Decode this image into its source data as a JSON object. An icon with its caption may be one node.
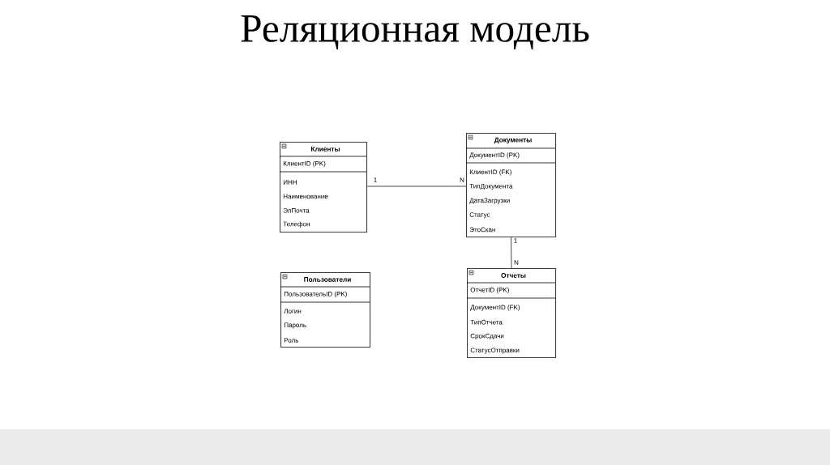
{
  "diagram": {
    "title": "Реляционная модель",
    "nodes": [
      {
        "text": [
          "Клиенты",
          "КлиентID (PK)",
          "ИНН",
          "Наименование",
          "ЭлПочта",
          "Телефон"
        ]
      },
      {
        "text": [
          "Документы",
          "ДокументID (PK)",
          "КлиентID (FK)",
          "ТипДокумента",
          "ДатаЗагрузки",
          "Статус",
          "ЭтоСкан"
        ]
      },
      {
        "text": [
          "Пользователи",
          "ПользовательID (PK)",
          "Логин",
          "Пароль",
          "Роль"
        ]
      },
      {
        "text": [
          "Отчеты",
          "ОтчетID (PK)",
          "ДокументID (FK)",
          "ТипОтчета",
          "СрокСдачи",
          "СтатусОтправки"
        ]
      }
    ],
    "edges": [
      {
        "from": 0,
        "to": 1,
        "arrow": "none"
      },
      {
        "from": 1,
        "to": 3,
        "arrow": "none"
      }
    ],
    "labels": [
      "1",
      "N",
      "1",
      "N"
    ]
  }
}
